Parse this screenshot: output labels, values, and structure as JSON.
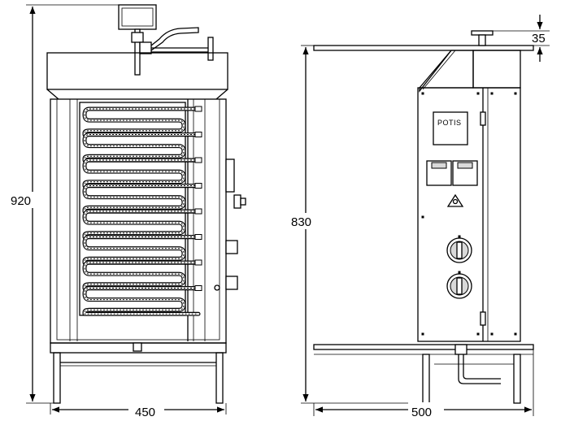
{
  "dimensions": {
    "front_height": "920",
    "front_width": "450",
    "side_height": "830",
    "side_width": "500",
    "top_offset": "35"
  },
  "brand_label": "POTIS",
  "front_view": {
    "heater_rows": 8
  },
  "side_view": {
    "sockets": 2,
    "knobs": 2
  }
}
